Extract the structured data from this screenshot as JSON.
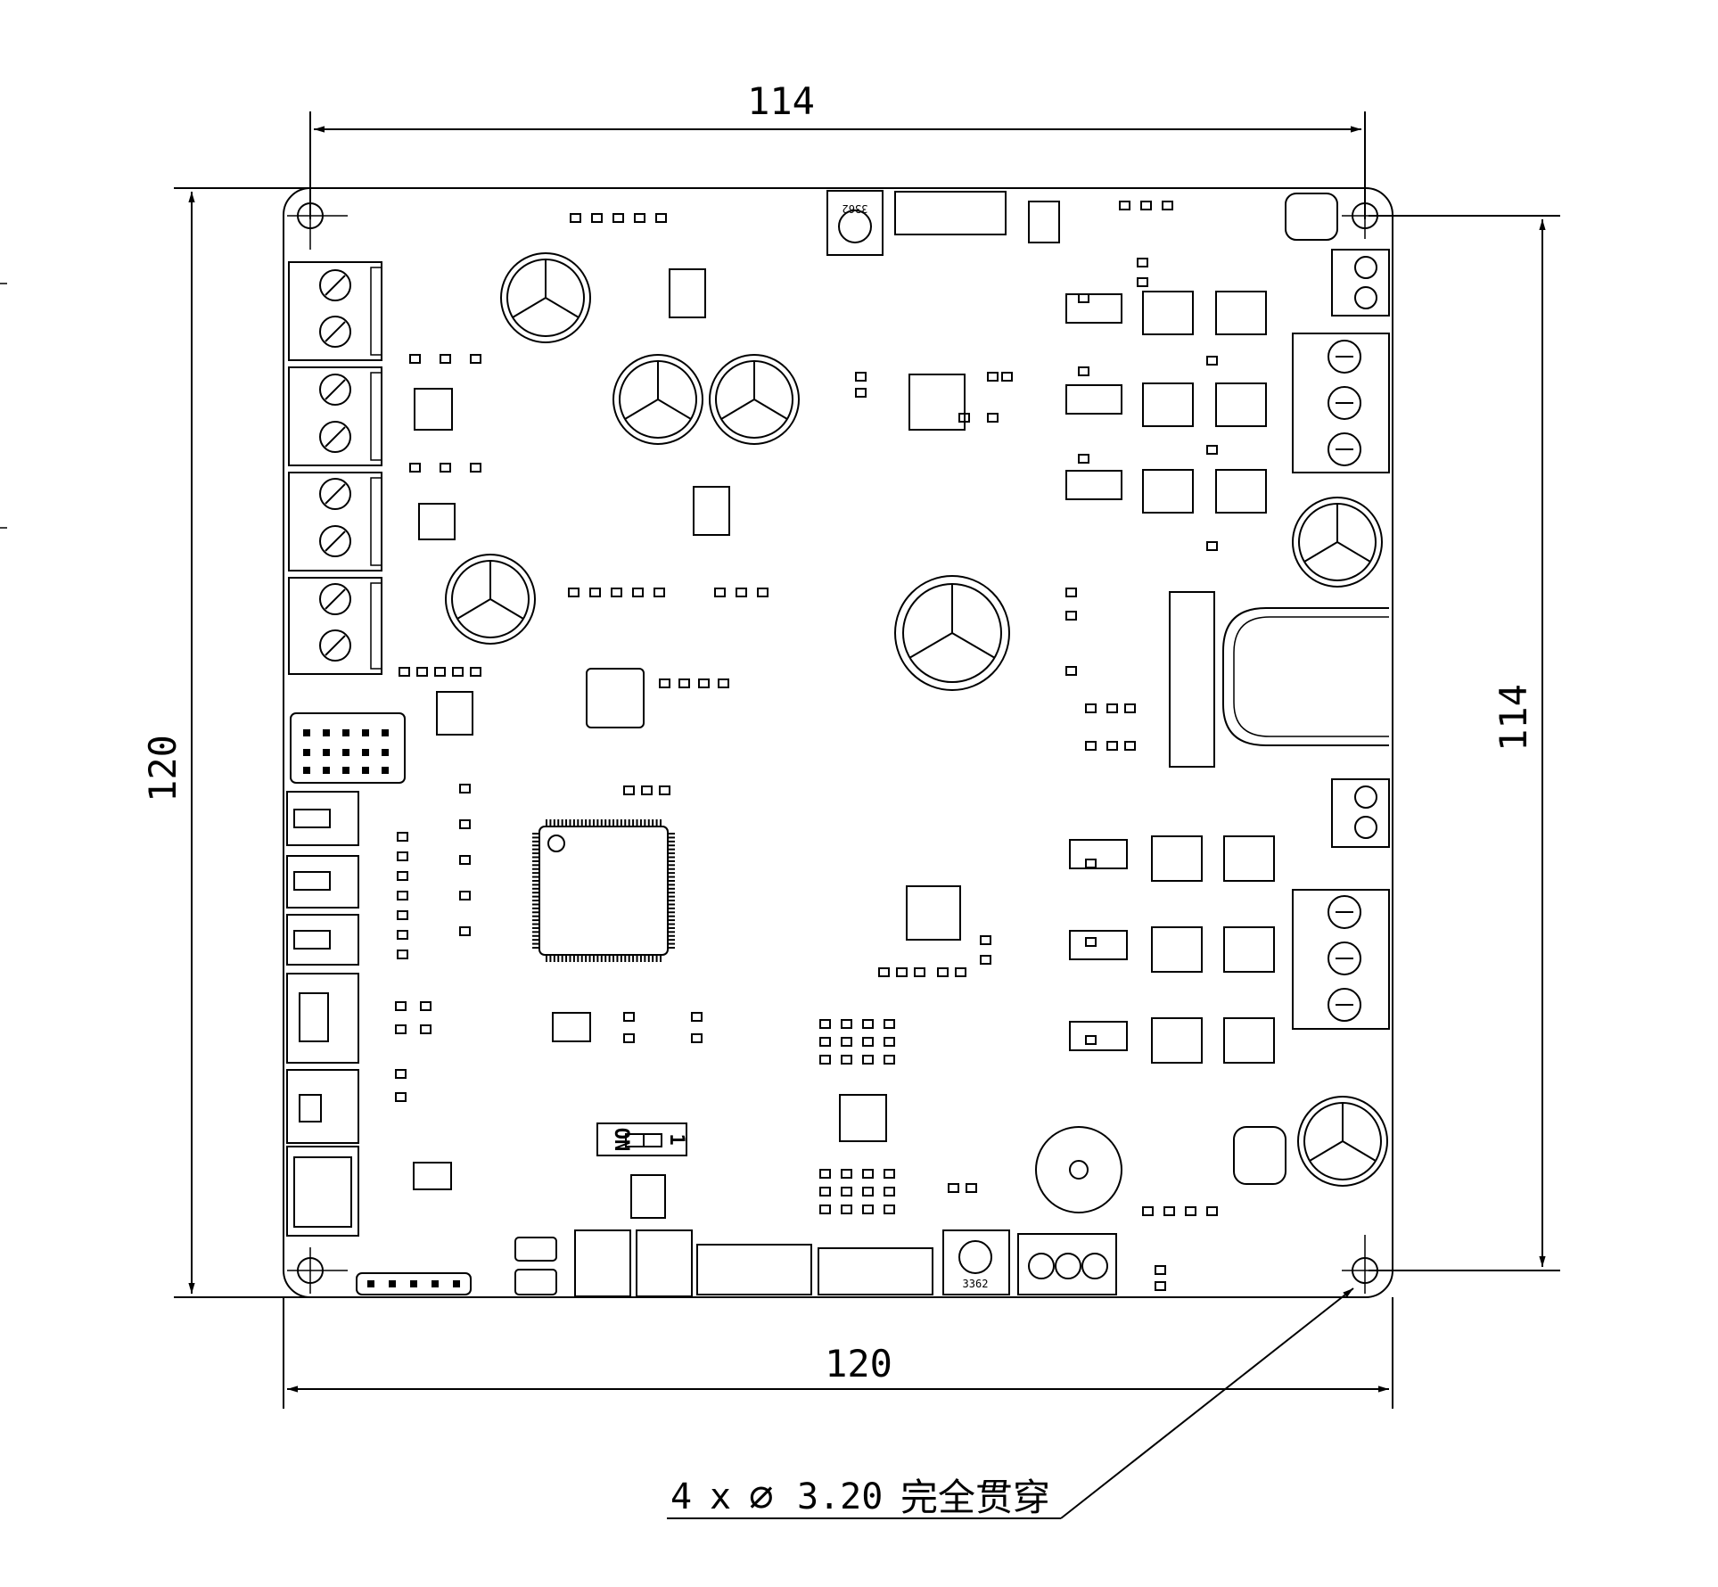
{
  "dimensions": {
    "top_width": "114",
    "bottom_width": "120",
    "left_height": "120",
    "right_height": "114"
  },
  "hole_note": {
    "count": "4",
    "times": "x",
    "diameter_symbol": "∅",
    "diameter": "3.20",
    "description": "完全贯穿"
  },
  "board_markings": {
    "dip_on": "ON",
    "dip_one": "1",
    "rotary_switch_top": "3362",
    "rotary_switch_bottom": "3362"
  }
}
